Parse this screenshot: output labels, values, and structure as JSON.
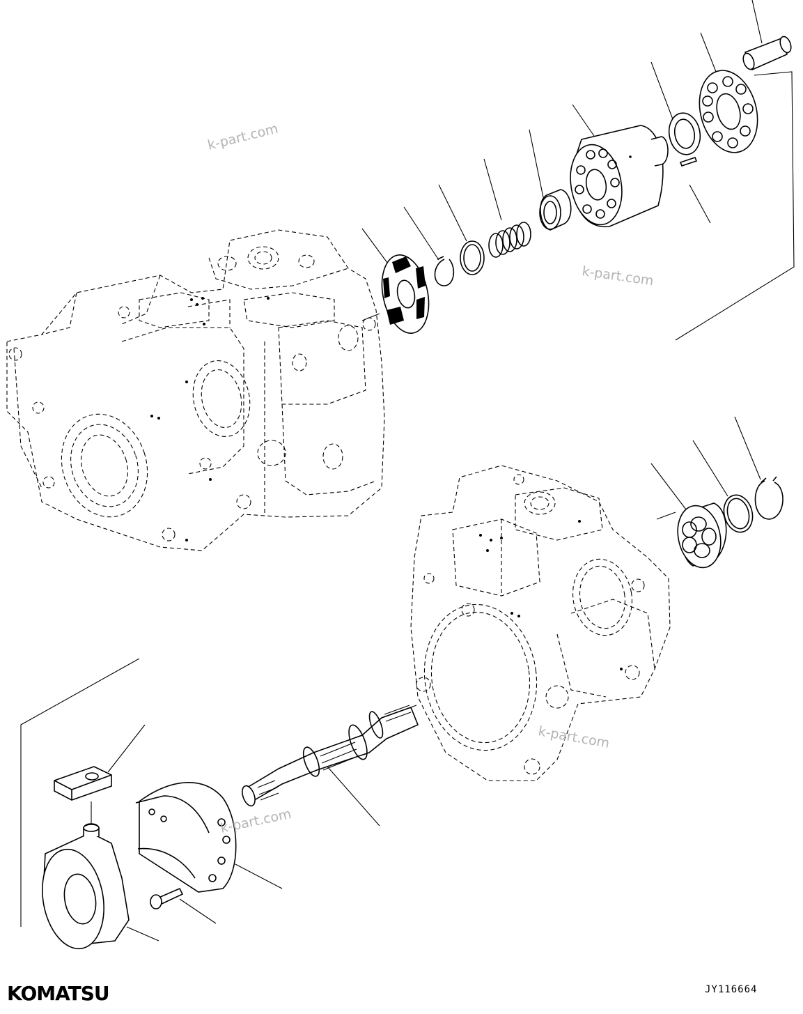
{
  "watermarks": [
    "k-part.com",
    "k-part.com",
    "k-part.com",
    "k-part.com"
  ],
  "drawing_id": "JY116664",
  "brand_logo": "KOMATSU",
  "parts": [
    {
      "name": "pump-housing-rear"
    },
    {
      "name": "pump-housing-front"
    },
    {
      "name": "valve-plate"
    },
    {
      "name": "snap-ring"
    },
    {
      "name": "retaining-ring"
    },
    {
      "name": "spring"
    },
    {
      "name": "spherical-bushing"
    },
    {
      "name": "cylinder-block"
    },
    {
      "name": "guide-ring"
    },
    {
      "name": "retainer-plate"
    },
    {
      "name": "pin"
    },
    {
      "name": "dowel-pin"
    },
    {
      "name": "bearing"
    },
    {
      "name": "ring"
    },
    {
      "name": "snap-ring-front"
    },
    {
      "name": "drive-shaft"
    },
    {
      "name": "swash-plate"
    },
    {
      "name": "cradle"
    },
    {
      "name": "bolt"
    },
    {
      "name": "pad"
    }
  ]
}
